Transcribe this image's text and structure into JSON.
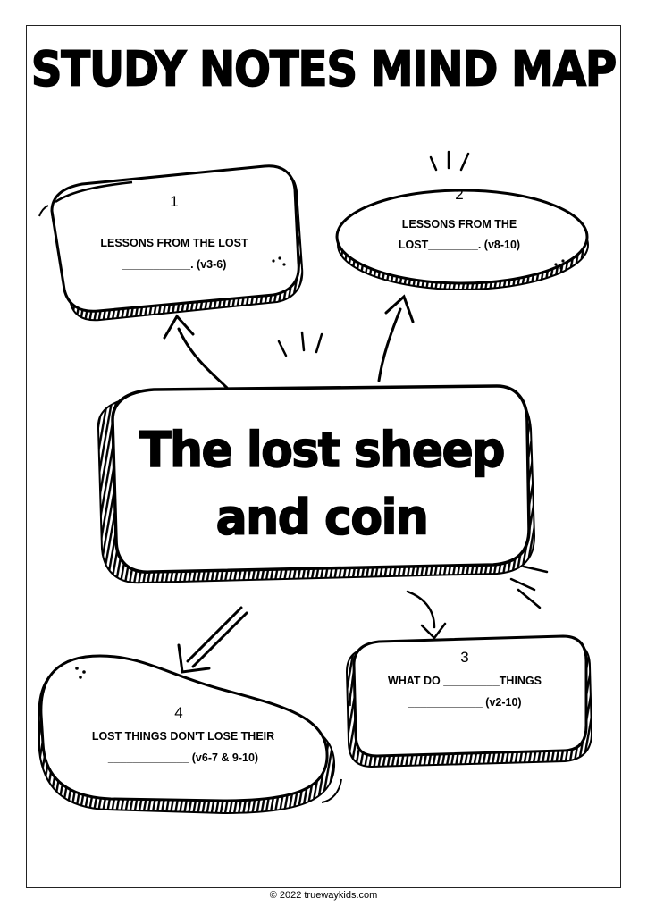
{
  "title": "STUDY NOTES MIND MAP",
  "center": {
    "line1": "The lost sheep",
    "line2": "and coin"
  },
  "bubbles": [
    {
      "number": "1",
      "line1": "LESSONS FROM THE LOST",
      "line2": "___________. (v3-6)"
    },
    {
      "number": "2",
      "line1": "LESSONS FROM THE",
      "line2": "LOST________. (v8-10)"
    },
    {
      "number": "3",
      "line1": "WHAT DO _________THINGS",
      "line2": "____________ (v2-10)"
    },
    {
      "number": "4",
      "line1": "LOST THINGS DON'T LOSE THEIR",
      "line2": "_____________ (v6-7 & 9-10)"
    }
  ],
  "footer": "© 2022 truewaykids.com"
}
